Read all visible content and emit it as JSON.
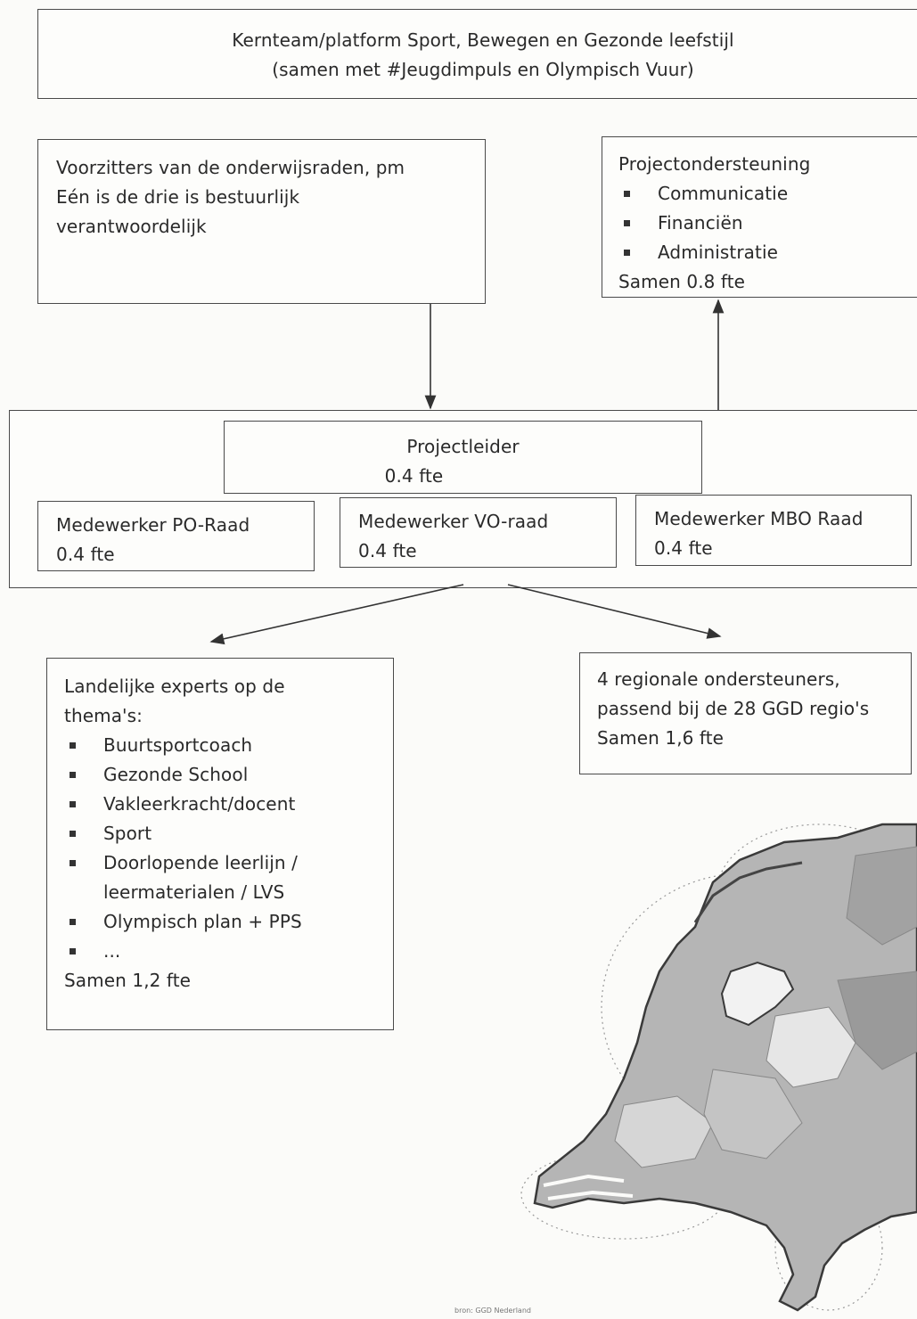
{
  "kernteam": {
    "line1": "Kernteam/platform Sport, Bewegen en Gezonde leefstijl",
    "line2": "(samen met #Jeugdimpuls en Olympisch Vuur)"
  },
  "voorzitters": {
    "line1": "Voorzitters van de onderwijsraden, pm",
    "line2": "Eén is de drie is bestuurlijk",
    "line3": "verantwoordelijk"
  },
  "projectondersteuning": {
    "title": "Projectondersteuning",
    "items": [
      "Communicatie",
      "Financiën",
      "Administratie"
    ],
    "total": "Samen 0.8 fte"
  },
  "projectleider": {
    "title": "Projectleider",
    "fte": "0.4 fte"
  },
  "medewerkers": [
    {
      "label": "Medewerker PO-Raad",
      "fte": "0.4 fte"
    },
    {
      "label": "Medewerker VO-raad",
      "fte": "0.4 fte"
    },
    {
      "label": "Medewerker MBO Raad",
      "fte": "0.4 fte"
    }
  ],
  "experts": {
    "line1": "Landelijke experts op de",
    "line2": "thema's:",
    "items": [
      "Buurtsportcoach",
      "Gezonde School",
      "Vakleerkracht/docent",
      "Sport",
      "Doorlopende leerlijn /",
      "leermaterialen / LVS",
      "Olympisch plan + PPS",
      "..."
    ],
    "total": "Samen 1,2 fte"
  },
  "regionaal": {
    "line1": "4 regionale ondersteuners,",
    "line2": "passend bij de 28 GGD regio's",
    "line3": "Samen 1,6 fte"
  },
  "map": {
    "caption": "bron: GGD Nederland"
  },
  "colors": {
    "border": "#4a4a4a",
    "text": "#2a2a2a",
    "map": "#b5b5b5"
  }
}
